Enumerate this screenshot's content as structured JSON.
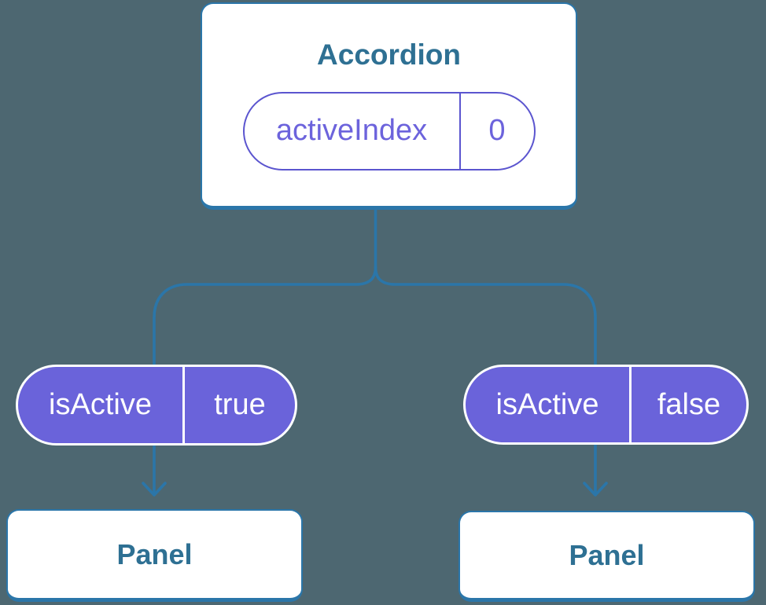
{
  "diagram": {
    "description": "React component tree showing Accordion state shared with two Panels",
    "root": {
      "title": "Accordion",
      "state": {
        "name": "activeIndex",
        "value": "0"
      }
    },
    "children": [
      {
        "state": {
          "name": "isActive",
          "value": "true"
        },
        "component": "Panel"
      },
      {
        "state": {
          "name": "isActive",
          "value": "false"
        },
        "component": "Panel"
      }
    ],
    "colors": {
      "background": "#4D6771",
      "connector_blue": "#2B76A9",
      "heading_blue": "#2E7093",
      "state_fill_purple": "#6A63DA",
      "state_outline_purple": "#5B55CF",
      "state_text_purple": "#6C63DC",
      "card_white": "#FFFFFF"
    }
  }
}
